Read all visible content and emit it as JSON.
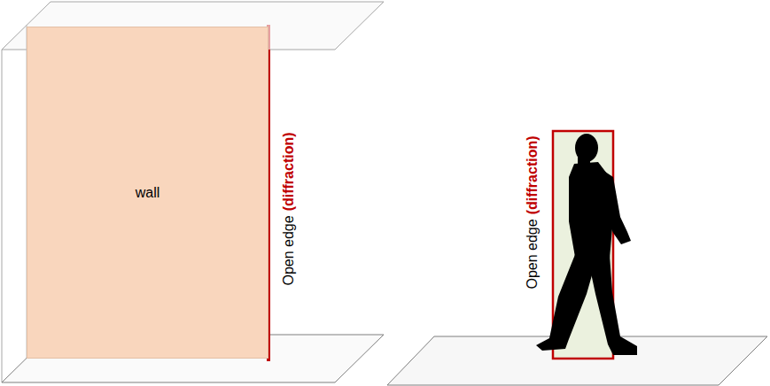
{
  "diagram": {
    "nodes": [
      {
        "text": [
          "wall"
        ]
      }
    ],
    "labels": [
      "Open edge",
      "(diffraction)",
      "Open edge",
      "(diffraction)"
    ]
  }
}
